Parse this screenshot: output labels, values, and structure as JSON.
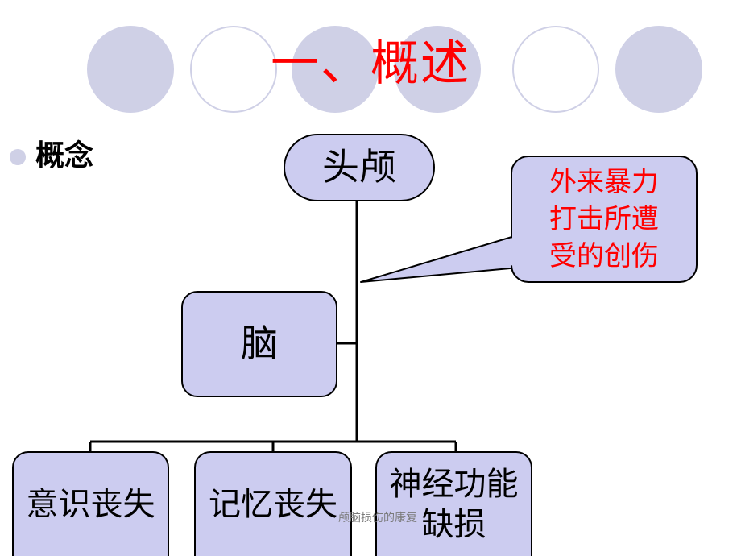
{
  "slide": {
    "title": "一、概述",
    "bullet": "概念",
    "root": "头颅",
    "callout": "外来暴力打击所遭受的创伤",
    "brain": "脑",
    "children": [
      "意识丧失",
      "记忆丧失",
      "神经功能缺损"
    ],
    "footer": "颅脑损伤的康复"
  },
  "colors": {
    "title": "#ff0000",
    "node_fill": "#ccccf0",
    "circle_fill": "#cfd0e6",
    "callout_text": "#ff0000"
  }
}
